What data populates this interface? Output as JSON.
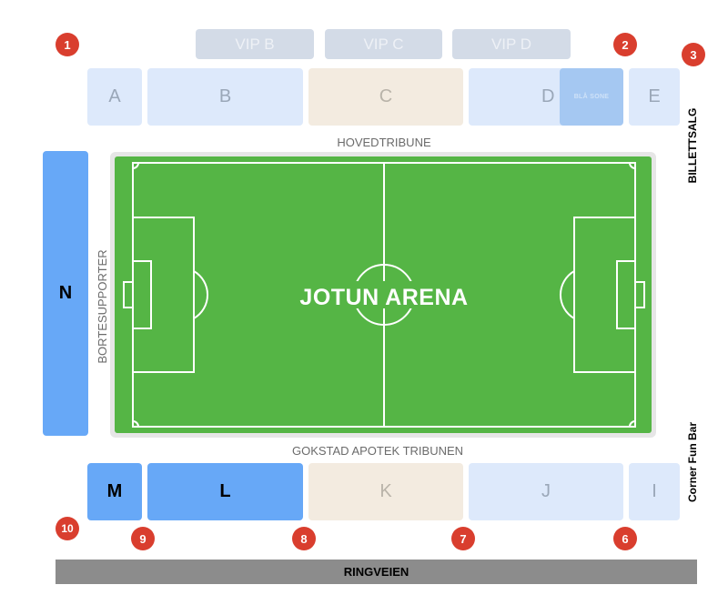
{
  "vip_boxes": [
    "VIP B",
    "VIP C",
    "VIP D"
  ],
  "sections_top": {
    "a": "A",
    "b": "B",
    "c": "C",
    "d": "D",
    "bla_sone": "BLÅ SONE",
    "e": "E"
  },
  "sections_bottom": {
    "m": "M",
    "l": "L",
    "k": "K",
    "j": "J",
    "i": "I"
  },
  "section_n": "N",
  "stand_labels": {
    "top": "HOVEDTRIBUNE",
    "bottom": "GOKSTAD APOTEK TRIBUNEN",
    "left": "BORTESUPPORTER"
  },
  "side_labels": {
    "right_top": "BILLETTSALG",
    "right_bottom": "Corner Fun Bar"
  },
  "arena_name": "JOTUN ARENA",
  "road": "RINGVEIEN",
  "badges": [
    "1",
    "2",
    "3",
    "6",
    "7",
    "8",
    "9",
    "10"
  ],
  "colors": {
    "pitch": "#55b545",
    "section_blue": "#67a8f7",
    "section_pale": "#dde9fb",
    "section_beige": "#f3ebe0",
    "badge_red": "#d93e2e",
    "road_gray": "#8c8c8c"
  }
}
